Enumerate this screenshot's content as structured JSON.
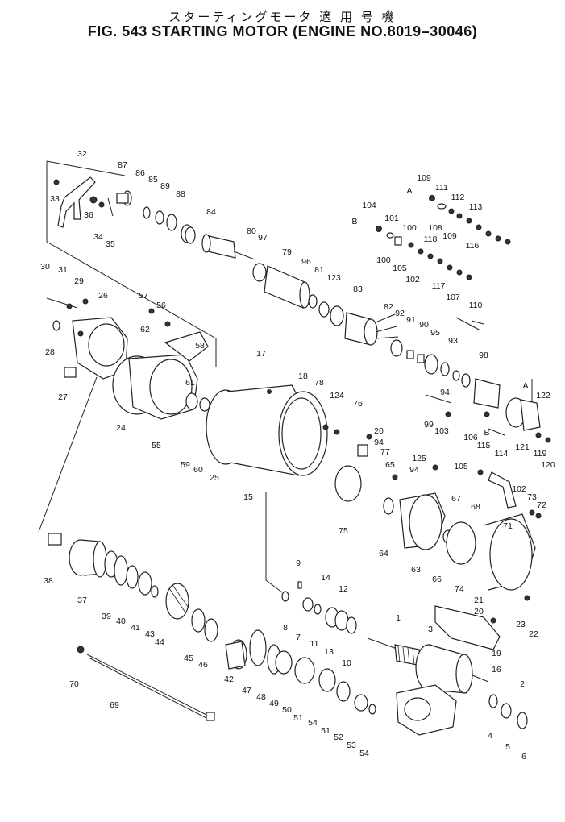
{
  "header": {
    "title_jp": "スターティングモータ 適 用 号 機",
    "title_en": "FIG. 543  STARTING MOTOR (ENGINE NO.8019–30046)"
  },
  "callouts": [
    {
      "id": "p32",
      "text": "32"
    },
    {
      "id": "p33",
      "text": "33"
    },
    {
      "id": "p36",
      "text": "36"
    },
    {
      "id": "p34",
      "text": "34"
    },
    {
      "id": "p35",
      "text": "35"
    },
    {
      "id": "p87",
      "text": "87"
    },
    {
      "id": "p86",
      "text": "86"
    },
    {
      "id": "p85",
      "text": "85"
    },
    {
      "id": "p89",
      "text": "89"
    },
    {
      "id": "p88",
      "text": "88"
    },
    {
      "id": "p84",
      "text": "84"
    },
    {
      "id": "p80",
      "text": "80"
    },
    {
      "id": "p97",
      "text": "97"
    },
    {
      "id": "p79",
      "text": "79"
    },
    {
      "id": "p96",
      "text": "96"
    },
    {
      "id": "p81",
      "text": "81"
    },
    {
      "id": "p123",
      "text": "123"
    },
    {
      "id": "p83",
      "text": "83"
    },
    {
      "id": "p82",
      "text": "82"
    },
    {
      "id": "p92",
      "text": "92"
    },
    {
      "id": "p91",
      "text": "91"
    },
    {
      "id": "p90",
      "text": "90"
    },
    {
      "id": "p95",
      "text": "95"
    },
    {
      "id": "p93",
      "text": "93"
    },
    {
      "id": "p94a",
      "text": "94"
    },
    {
      "id": "p98",
      "text": "98"
    },
    {
      "id": "p107",
      "text": "107"
    },
    {
      "id": "p110",
      "text": "110"
    },
    {
      "id": "p109a",
      "text": "109"
    },
    {
      "id": "pA1",
      "text": "A"
    },
    {
      "id": "p111",
      "text": "111"
    },
    {
      "id": "p112",
      "text": "112"
    },
    {
      "id": "p113",
      "text": "113"
    },
    {
      "id": "p108",
      "text": "108"
    },
    {
      "id": "p109b",
      "text": "109"
    },
    {
      "id": "p116",
      "text": "116"
    },
    {
      "id": "p104",
      "text": "104"
    },
    {
      "id": "pB1",
      "text": "B"
    },
    {
      "id": "p101",
      "text": "101"
    },
    {
      "id": "p100a",
      "text": "100"
    },
    {
      "id": "p118",
      "text": "118"
    },
    {
      "id": "p100b",
      "text": "100"
    },
    {
      "id": "p105a",
      "text": "105"
    },
    {
      "id": "p102a",
      "text": "102"
    },
    {
      "id": "p117",
      "text": "117"
    },
    {
      "id": "p30",
      "text": "30"
    },
    {
      "id": "p31",
      "text": "31"
    },
    {
      "id": "p29",
      "text": "29"
    },
    {
      "id": "p26",
      "text": "26"
    },
    {
      "id": "p57",
      "text": "57"
    },
    {
      "id": "p56",
      "text": "56"
    },
    {
      "id": "p62",
      "text": "62"
    },
    {
      "id": "p58",
      "text": "58"
    },
    {
      "id": "p28",
      "text": "28"
    },
    {
      "id": "p27",
      "text": "27"
    },
    {
      "id": "p61",
      "text": "61"
    },
    {
      "id": "p24",
      "text": "24"
    },
    {
      "id": "p55",
      "text": "55"
    },
    {
      "id": "p59",
      "text": "59"
    },
    {
      "id": "p60",
      "text": "60"
    },
    {
      "id": "p25",
      "text": "25"
    },
    {
      "id": "p15",
      "text": "15"
    },
    {
      "id": "p17",
      "text": "17"
    },
    {
      "id": "p18",
      "text": "18"
    },
    {
      "id": "p78",
      "text": "78"
    },
    {
      "id": "p124",
      "text": "124"
    },
    {
      "id": "p76",
      "text": "76"
    },
    {
      "id": "p20a",
      "text": "20"
    },
    {
      "id": "p94b",
      "text": "94"
    },
    {
      "id": "p77",
      "text": "77"
    },
    {
      "id": "p65",
      "text": "65"
    },
    {
      "id": "p125",
      "text": "125"
    },
    {
      "id": "p94c",
      "text": "94"
    },
    {
      "id": "p99",
      "text": "99"
    },
    {
      "id": "p103",
      "text": "103"
    },
    {
      "id": "p106",
      "text": "106"
    },
    {
      "id": "pB2",
      "text": "B"
    },
    {
      "id": "p115",
      "text": "115"
    },
    {
      "id": "p114",
      "text": "114"
    },
    {
      "id": "pA2",
      "text": "A"
    },
    {
      "id": "p122",
      "text": "122"
    },
    {
      "id": "p121",
      "text": "121"
    },
    {
      "id": "p119",
      "text": "119"
    },
    {
      "id": "p120",
      "text": "120"
    },
    {
      "id": "p105b",
      "text": "105"
    },
    {
      "id": "p67",
      "text": "67"
    },
    {
      "id": "p68",
      "text": "68"
    },
    {
      "id": "p102b",
      "text": "102"
    },
    {
      "id": "p73",
      "text": "73"
    },
    {
      "id": "p72",
      "text": "72"
    },
    {
      "id": "p71",
      "text": "71"
    },
    {
      "id": "p75",
      "text": "75"
    },
    {
      "id": "p64",
      "text": "64"
    },
    {
      "id": "p63",
      "text": "63"
    },
    {
      "id": "p66",
      "text": "66"
    },
    {
      "id": "p74",
      "text": "74"
    },
    {
      "id": "p21",
      "text": "21"
    },
    {
      "id": "p23",
      "text": "23"
    },
    {
      "id": "p22",
      "text": "22"
    },
    {
      "id": "p38",
      "text": "38"
    },
    {
      "id": "p37",
      "text": "37"
    },
    {
      "id": "p39",
      "text": "39"
    },
    {
      "id": "p40",
      "text": "40"
    },
    {
      "id": "p41",
      "text": "41"
    },
    {
      "id": "p43",
      "text": "43"
    },
    {
      "id": "p44",
      "text": "44"
    },
    {
      "id": "p45",
      "text": "45"
    },
    {
      "id": "p46",
      "text": "46"
    },
    {
      "id": "p42",
      "text": "42"
    },
    {
      "id": "p47",
      "text": "47"
    },
    {
      "id": "p48",
      "text": "48"
    },
    {
      "id": "p49",
      "text": "49"
    },
    {
      "id": "p50",
      "text": "50"
    },
    {
      "id": "p51a",
      "text": "51"
    },
    {
      "id": "p54a",
      "text": "54"
    },
    {
      "id": "p51b",
      "text": "51"
    },
    {
      "id": "p52",
      "text": "52"
    },
    {
      "id": "p53",
      "text": "53"
    },
    {
      "id": "p54b",
      "text": "54"
    },
    {
      "id": "p9",
      "text": "9"
    },
    {
      "id": "p8",
      "text": "8"
    },
    {
      "id": "p7",
      "text": "7"
    },
    {
      "id": "p11",
      "text": "11"
    },
    {
      "id": "p14",
      "text": "14"
    },
    {
      "id": "p12",
      "text": "12"
    },
    {
      "id": "p13",
      "text": "13"
    },
    {
      "id": "p10",
      "text": "10"
    },
    {
      "id": "p1",
      "text": "1"
    },
    {
      "id": "p3",
      "text": "3"
    },
    {
      "id": "p20b",
      "text": "20"
    },
    {
      "id": "p19",
      "text": "19"
    },
    {
      "id": "p16",
      "text": "16"
    },
    {
      "id": "p2",
      "text": "2"
    },
    {
      "id": "p4",
      "text": "4"
    },
    {
      "id": "p5",
      "text": "5"
    },
    {
      "id": "p6",
      "text": "6"
    },
    {
      "id": "p70",
      "text": "70"
    },
    {
      "id": "p69",
      "text": "69"
    }
  ]
}
